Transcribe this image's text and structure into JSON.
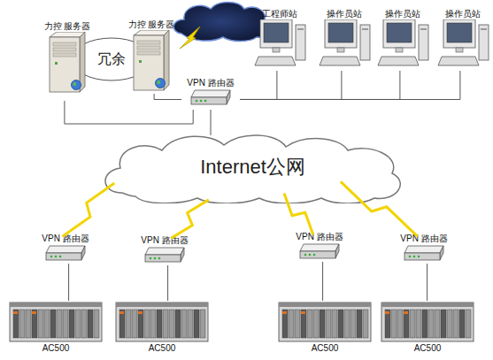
{
  "diagram": {
    "nodes": [
      {
        "text": [
          "力控 服务器"
        ]
      },
      {
        "text": [
          "冗余"
        ]
      },
      {
        "text": [
          "力控 服务器"
        ]
      },
      {
        "text": [
          "工程师站"
        ]
      },
      {
        "text": [
          "操作员站"
        ]
      },
      {
        "text": [
          "操作员站"
        ]
      },
      {
        "text": [
          "操作员站"
        ]
      },
      {
        "text": [
          "VPN 路由器"
        ]
      },
      {
        "text": [
          "Internet公网"
        ]
      },
      {
        "text": [
          "VPN 路由器"
        ]
      },
      {
        "text": [
          "VPN 路由器"
        ]
      },
      {
        "text": [
          "VPN 路由器"
        ]
      },
      {
        "text": [
          "VPN 路由器"
        ]
      },
      {
        "text": [
          "AC500"
        ]
      },
      {
        "text": [
          "AC500"
        ]
      },
      {
        "text": [
          "AC500"
        ]
      },
      {
        "text": [
          "AC500"
        ]
      }
    ],
    "edges": [
      {
        "from": 0,
        "to": 7,
        "arrow": "none"
      },
      {
        "from": 2,
        "to": 7,
        "arrow": "none"
      },
      {
        "from": 3,
        "to": 7,
        "arrow": "none"
      },
      {
        "from": 4,
        "to": 7,
        "arrow": "none"
      },
      {
        "from": 5,
        "to": 7,
        "arrow": "none"
      },
      {
        "from": 6,
        "to": 7,
        "arrow": "none"
      },
      {
        "from": 7,
        "to": 8,
        "arrow": "none"
      },
      {
        "from": 8,
        "to": 9,
        "arrow": "none"
      },
      {
        "from": 8,
        "to": 10,
        "arrow": "none"
      },
      {
        "from": 8,
        "to": 11,
        "arrow": "none"
      },
      {
        "from": 8,
        "to": 12,
        "arrow": "none"
      },
      {
        "from": 9,
        "to": 13,
        "arrow": "none"
      },
      {
        "from": 10,
        "to": 14,
        "arrow": "none"
      },
      {
        "from": 11,
        "to": 15,
        "arrow": "none"
      },
      {
        "from": 12,
        "to": 16,
        "arrow": "none"
      }
    ]
  }
}
